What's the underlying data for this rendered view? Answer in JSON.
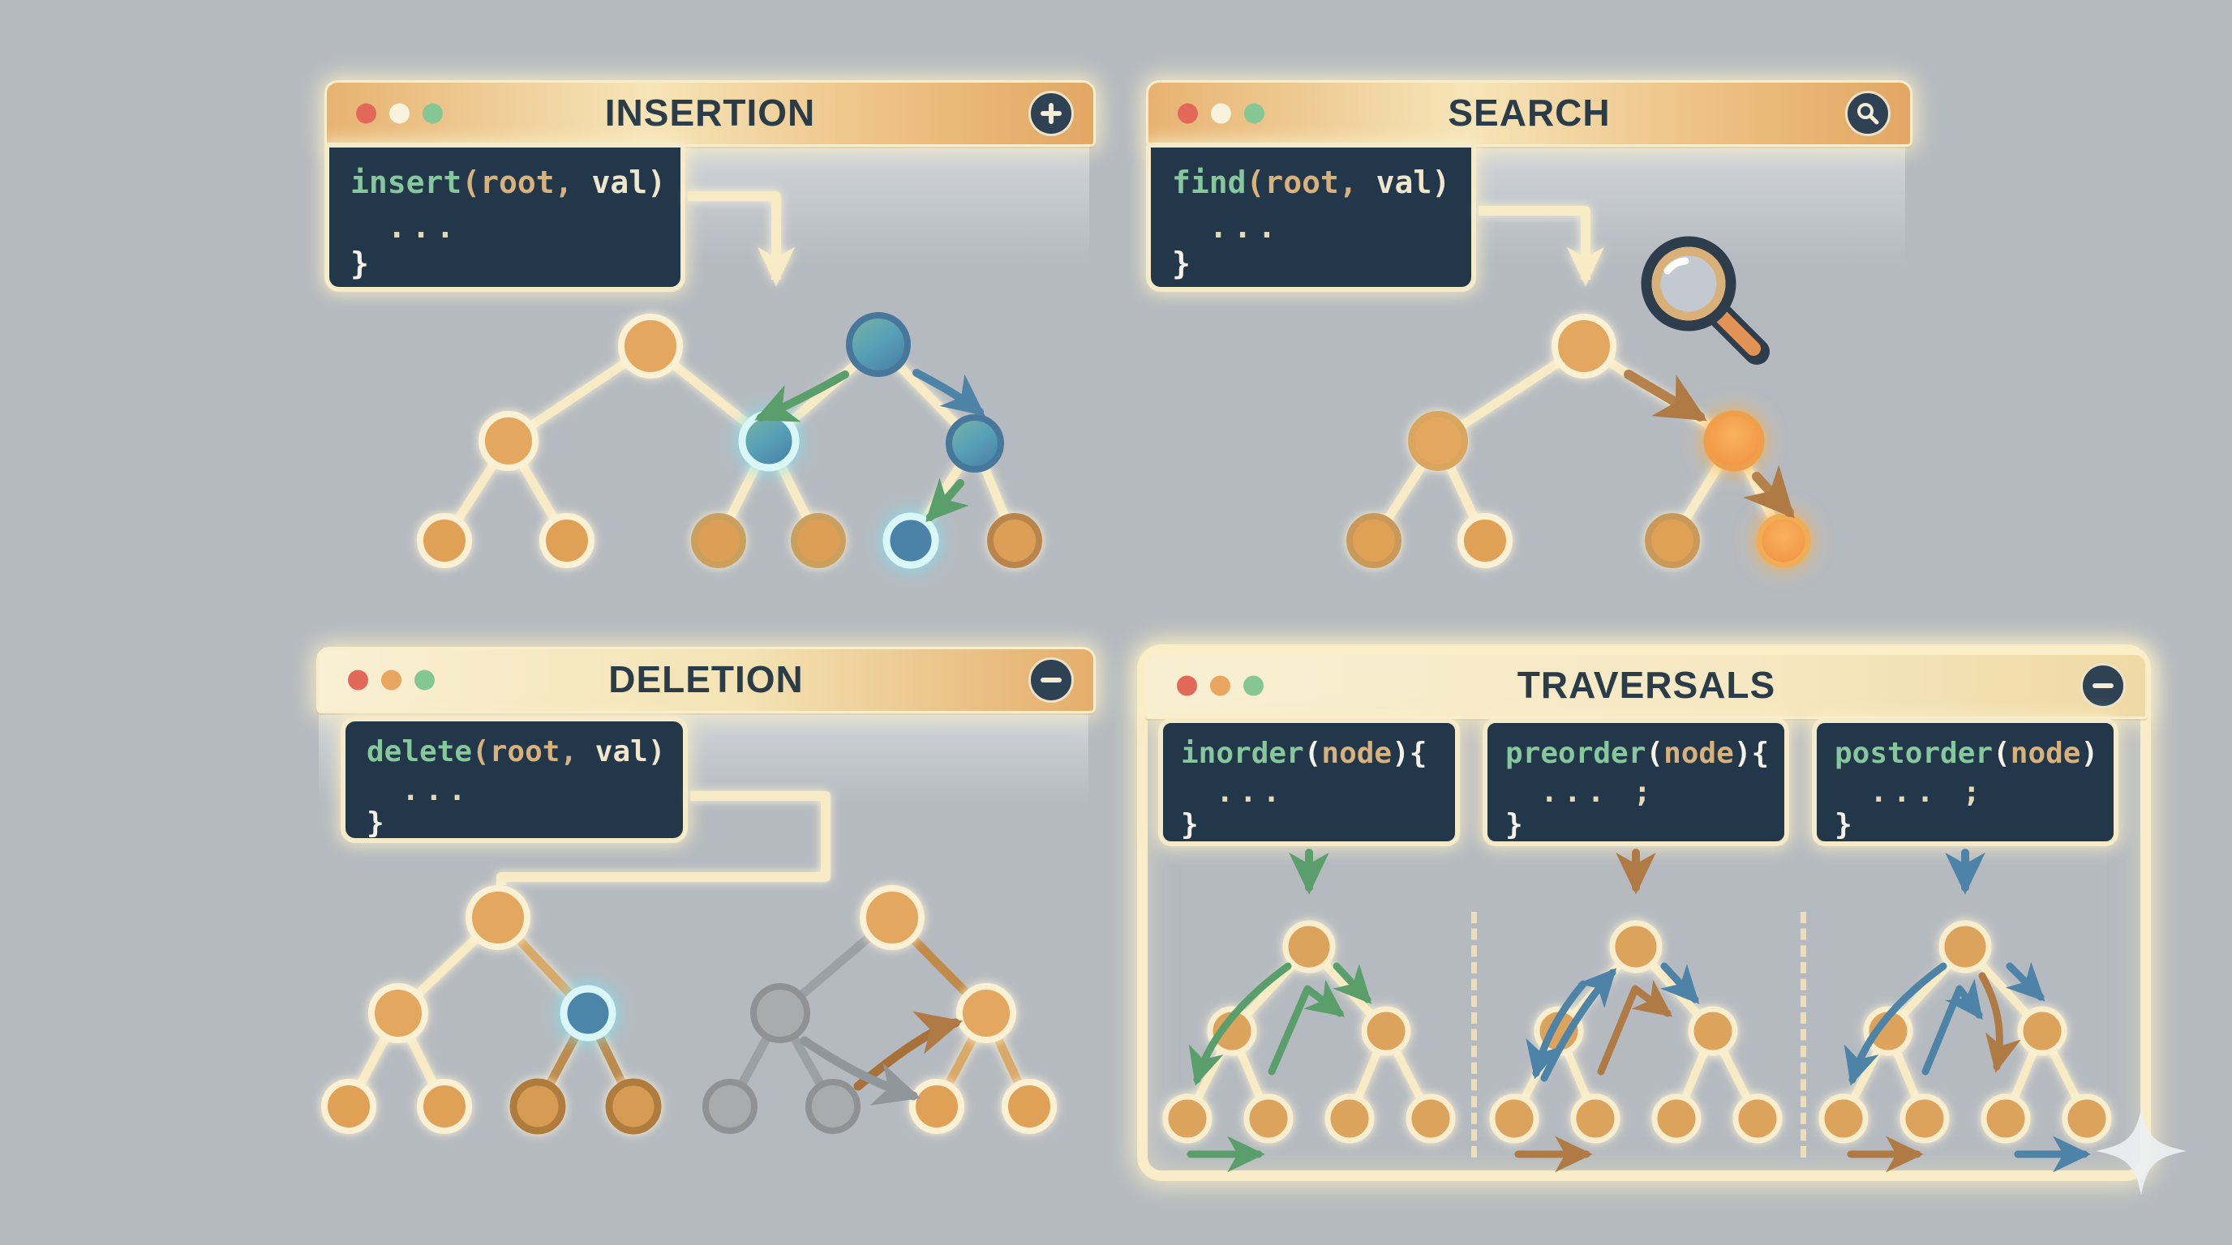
{
  "panels": {
    "insertion": {
      "title": "INSERTION",
      "action_icon": "plus-icon",
      "traffic_lights": [
        "red",
        "cream",
        "green"
      ],
      "code": {
        "fn": "insert",
        "a1": "(root,",
        "a2": " val)",
        "body": "...",
        "close": "}"
      }
    },
    "search": {
      "title": "SEARCH",
      "action_icon": "search-icon",
      "traffic_lights": [
        "red",
        "cream",
        "green"
      ],
      "code": {
        "fn": "find",
        "a1": "(root,",
        "a2": " val)",
        "body": "...",
        "close": "}"
      }
    },
    "deletion": {
      "title": "DELETION",
      "action_icon": "minus-icon",
      "traffic_lights": [
        "red",
        "orange",
        "green"
      ],
      "code": {
        "fn": "delete",
        "a1": "(root,",
        "a2": " val)",
        "body": "...",
        "close": "}"
      }
    },
    "traversals": {
      "title": "TRAVERSALS",
      "action_icon": "minus-icon",
      "traffic_lights": [
        "red",
        "orange",
        "green"
      ],
      "blocks": [
        {
          "fn": "inorder",
          "p": "(",
          "a": "node",
          "t": "){",
          "body": "...",
          "close": "}"
        },
        {
          "fn": "preorder",
          "p": "(",
          "a": "node",
          "t": "){",
          "body": "... ;",
          "close": "}"
        },
        {
          "fn": "postorder",
          "p": "(",
          "a": "node",
          "t": ")",
          "body": "... ;",
          "close": "}"
        }
      ]
    }
  },
  "icons": [
    "plus-icon",
    "search-icon",
    "minus-icon",
    "magnifying-glass-icon",
    "sparkle-icon",
    "traffic-light-dots"
  ],
  "colors": {
    "background": "#b5bac0",
    "titlebar_cream": "#f6e5b8",
    "titlebar_tan": "#e2a763",
    "code_panel_navy": "#22384a",
    "code_green": "#86c79c",
    "code_tan": "#d8b17c",
    "code_cream": "#efe6cc",
    "edge_cream": "#f7ebc5",
    "node_orange": "#e1a45c",
    "node_blue": "#4e87ac",
    "node_gray": "#a9abad",
    "highlight_cyan": "#d9f6f8",
    "highlight_orange": "#f19b45",
    "arrow_green": "#5a9e6c",
    "arrow_blue": "#4d83a6",
    "arrow_brown": "#b07a45"
  }
}
